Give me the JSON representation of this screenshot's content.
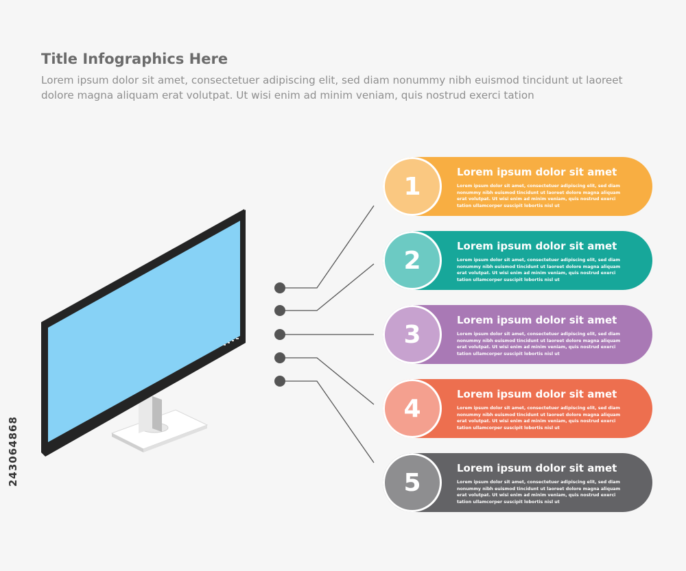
{
  "header": {
    "title": "Title Infographics Here",
    "description": "Lorem ipsum dolor sit amet, consectetuer adipiscing elit, sed diam nonummy nibh euismod tincidunt ut laoreet dolore magna aliquam erat volutpat. Ut wisi enim ad minim veniam, quis nostrud exerci tation"
  },
  "watermark_id": "243064868",
  "items": [
    {
      "number": "1",
      "heading": "Lorem ipsum dolor sit amet",
      "text": "Lorem ipsum dolor sit amet, consectetuer adipiscing elit, sed diam nonummy nibh euismod tincidunt ut laoreet dolore magna aliquam erat volutpat. Ut wisi enim ad minim veniam, quis nostrud exerci tation ullamcorper suscipit lobortis nisl ut",
      "pill_color": "#f8ae42",
      "circle_color": "#fac881"
    },
    {
      "number": "2",
      "heading": "Lorem ipsum dolor sit amet",
      "text": "Lorem ipsum dolor sit amet, consectetuer adipiscing elit, sed diam nonummy nibh euismod tincidunt ut laoreet dolore magna aliquam erat volutpat. Ut wisi enim ad minim veniam, quis nostrud exerci tation ullamcorper suscipit lobortis nisl ut",
      "pill_color": "#17a79a",
      "circle_color": "#6ccac3"
    },
    {
      "number": "3",
      "heading": "Lorem ipsum dolor sit amet",
      "text": "Lorem ipsum dolor sit amet, consectetuer adipiscing elit, sed diam nonummy nibh euismod tincidunt ut laoreet dolore magna aliquam erat volutpat. Ut wisi enim ad minim veniam, quis nostrud exerci tation ullamcorper suscipit lobortis nisl ut",
      "pill_color": "#a979b5",
      "circle_color": "#c7a2cf"
    },
    {
      "number": "4",
      "heading": "Lorem ipsum dolor sit amet",
      "text": "Lorem ipsum dolor sit amet, consectetuer adipiscing elit, sed diam nonummy nibh euismod tincidunt ut laoreet dolore magna aliquam erat volutpat. Ut wisi enim ad minim veniam, quis nostrud exerci tation ullamcorper suscipit lobortis nisl ut",
      "pill_color": "#ed6f4f",
      "circle_color": "#f4a08f"
    },
    {
      "number": "5",
      "heading": "Lorem ipsum dolor sit amet",
      "text": "Lorem ipsum dolor sit amet, consectetuer adipiscing elit, sed diam nonummy nibh euismod tincidunt ut laoreet dolore magna aliquam erat volutpat. Ut wisi enim ad minim veniam, quis nostrud exerci tation ullamcorper suscipit lobortis nisl ut",
      "pill_color": "#636366",
      "circle_color": "#8e8e90"
    }
  ],
  "colors": {
    "background": "#f6f6f6",
    "monitor_screen": "#87d2f6",
    "monitor_bezel": "#222222",
    "connector": "#555555"
  }
}
